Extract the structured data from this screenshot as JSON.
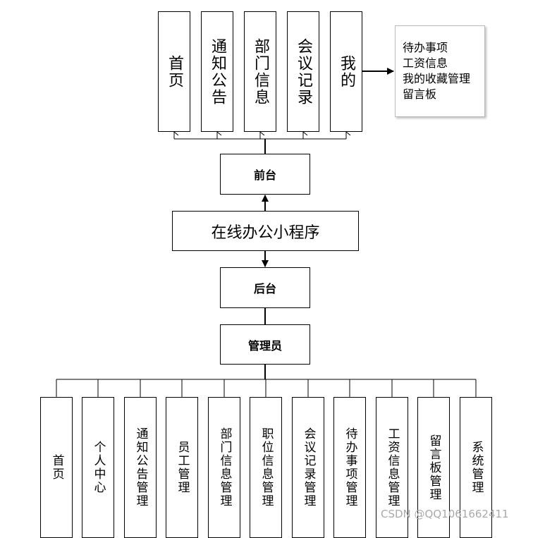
{
  "center": {
    "label": "在线办公小程序"
  },
  "frontend": {
    "label": "前台",
    "items": [
      "首页",
      "通知公告",
      "部门信息",
      "会议记录",
      "我的"
    ],
    "my_submenu": [
      "待办事项",
      "工资信息",
      "我的收藏管理",
      "留言板"
    ]
  },
  "backend": {
    "label": "后台",
    "admin_label": "管理员",
    "items": [
      "首页",
      "个人中心",
      "通知公告管理",
      "员工管理",
      "部门信息管理",
      "职位信息管理",
      "会议记录管理",
      "待办事项管理",
      "工资信息管理",
      "留言板管理",
      "系统管理"
    ]
  },
  "watermark": "CSDN @QQ1061662411"
}
